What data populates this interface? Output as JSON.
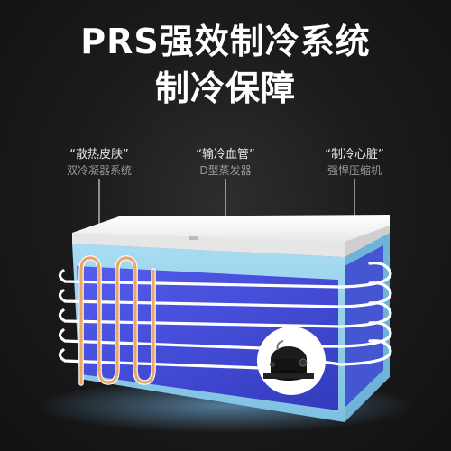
{
  "title": {
    "line1": "PRS强效制冷系统",
    "line2": "制冷保障"
  },
  "callouts": [
    {
      "quote": "“散热皮肤”",
      "sub": "双冷凝器系统"
    },
    {
      "quote": "“输冷血管”",
      "sub": "D型蒸发器"
    },
    {
      "quote": "“制冷心脏”",
      "sub": "强悍压缩机"
    }
  ],
  "colors": {
    "background": "#1a1a1a",
    "freezer_body": "#8ccbe8",
    "evaporator_panel": "#3b3fd9",
    "lid": "#f2f2f2",
    "pipe": "#ffffff",
    "condenser": "#e8b070"
  },
  "icons": {
    "compressor": "compressor-icon"
  }
}
